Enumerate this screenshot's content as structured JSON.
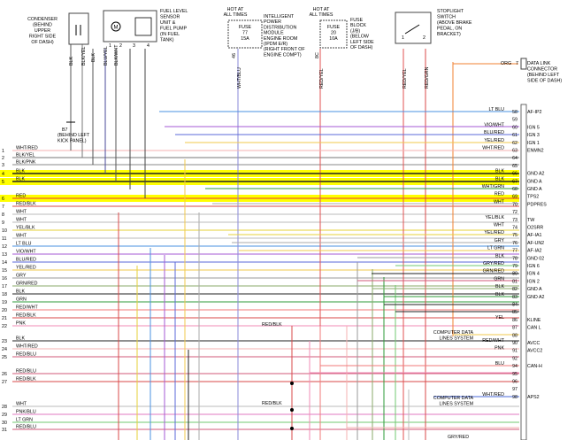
{
  "components": {
    "condenser": {
      "lines": [
        "CONDENSER",
        "(BEHIND",
        "UPPER",
        "RIGHT SIDE",
        "OF DASH)"
      ]
    },
    "fuel_sensor": {
      "lines": [
        "FUEL LEVEL",
        "SENSOR",
        "UNIT &",
        "FUEL PUMP",
        "(IN FUEL",
        "TANK)"
      ],
      "pins": [
        "1",
        "2",
        "3",
        "4"
      ]
    },
    "fuse77": {
      "hot": [
        "HOT AT",
        "ALL TIMES"
      ],
      "box": [
        "FUSE",
        "77",
        "15A"
      ],
      "desc": [
        "INTELLIGENT",
        "POWER",
        "DISTRIBUTION",
        "MODULE",
        "ENGINE ROOM",
        "(IPDM E/R)",
        "(RIGHT FRONT OF",
        "ENGINE COMPT)"
      ],
      "pin": "46"
    },
    "fuse20": {
      "hot": [
        "HOT AT",
        "ALL TIMES"
      ],
      "box": [
        "FUSE",
        "20",
        "10A"
      ],
      "desc": [
        "FUSE",
        "BLOCK",
        "(J/B)",
        "(BELOW",
        "LEFT SIDE",
        "OF DASH)"
      ],
      "pin": "8C"
    },
    "stoplight": {
      "lines": [
        "STOPLIGHT",
        "SWITCH",
        "(ABOVE BRAKE",
        "PEDAL, ON",
        "BRACKET)"
      ],
      "pins": [
        "1",
        "2"
      ]
    },
    "dlc": {
      "lines": [
        "DATA LINK",
        "CONNECTOR",
        "(BEHIND LEFT",
        "SIDE OF DASH)"
      ],
      "wire": "ORG",
      "pin": "7"
    },
    "ground": {
      "label": "B7",
      "lines": [
        "(BEHIND LEFT",
        "KICK PANEL)"
      ]
    }
  },
  "vertical_wires": [
    "BLK",
    "BLK/YEL",
    "BLK",
    "BLU/YEL",
    "BLK/WHT",
    "WHT/BLU",
    "RED/YEL",
    "RED/YEL",
    "RED/GRN"
  ],
  "bus_labels": [
    "COMPUTER DATA",
    "LINES SYSTEM"
  ],
  "mid_wires": [
    "RED/BLK",
    "RED/BLK",
    "GRY/RED"
  ],
  "left_rows": [
    {
      "n": "1",
      "c": "WHT/RED"
    },
    {
      "n": "2",
      "c": "BLK/YEL"
    },
    {
      "n": "3",
      "c": "BLK/PNK"
    },
    {
      "n": "4",
      "c": "BLK"
    },
    {
      "n": "5",
      "c": "BLK"
    },
    {
      "n": "6",
      "c": "RED"
    },
    {
      "n": "7",
      "c": "RED/BLK"
    },
    {
      "n": "8",
      "c": "WHT"
    },
    {
      "n": "9",
      "c": "WHT"
    },
    {
      "n": "10",
      "c": "YEL/BLK"
    },
    {
      "n": "11",
      "c": "WHT"
    },
    {
      "n": "12",
      "c": "LT BLU"
    },
    {
      "n": "13",
      "c": "VIO/WHT"
    },
    {
      "n": "14",
      "c": "BLU/RED"
    },
    {
      "n": "15",
      "c": "YEL/RED"
    },
    {
      "n": "16",
      "c": "GRY"
    },
    {
      "n": "17",
      "c": "GRN/RED"
    },
    {
      "n": "18",
      "c": "BLK"
    },
    {
      "n": "19",
      "c": "GRN"
    },
    {
      "n": "20",
      "c": "RED/WHT"
    },
    {
      "n": "21",
      "c": "RED/BLK"
    },
    {
      "n": "22",
      "c": "PNK"
    },
    {
      "n": "23",
      "c": "BLK"
    },
    {
      "n": "24",
      "c": "WHT/RED"
    },
    {
      "n": "25",
      "c": "RED/BLU"
    },
    {
      "n": "26",
      "c": "RED/BLU"
    },
    {
      "n": "27",
      "c": "RED/BLK"
    },
    {
      "n": "28",
      "c": "WHT"
    },
    {
      "n": "29",
      "c": "PNK/BLU"
    },
    {
      "n": "30",
      "c": "LT GRN"
    },
    {
      "n": "31",
      "c": "RED/BLU"
    }
  ],
  "right_rows": [
    {
      "n": "58",
      "c": "LT BLU",
      "f": "AF-IP2"
    },
    {
      "n": "59",
      "c": "",
      "f": ""
    },
    {
      "n": "60",
      "c": "VIO/WHT",
      "f": "IGN 5"
    },
    {
      "n": "61",
      "c": "BLU/RED",
      "f": "IGN 3"
    },
    {
      "n": "62",
      "c": "YEL/RED",
      "f": "IGN 1"
    },
    {
      "n": "63",
      "c": "WHT/RED",
      "f": "ENMN2"
    },
    {
      "n": "64",
      "c": "",
      "f": ""
    },
    {
      "n": "65",
      "c": "",
      "f": ""
    },
    {
      "n": "66",
      "c": "BLK",
      "f": "GND A2"
    },
    {
      "n": "67",
      "c": "BLK",
      "f": "GND A"
    },
    {
      "n": "68",
      "c": "WHT/GRN",
      "f": "GND A"
    },
    {
      "n": "69",
      "c": "RED",
      "f": "TPS2"
    },
    {
      "n": "70",
      "c": "WHT",
      "f": "PDPRES"
    },
    {
      "n": "72",
      "c": "",
      "f": ""
    },
    {
      "n": "73",
      "c": "YEL/BLK",
      "f": "TW"
    },
    {
      "n": "74",
      "c": "WHT",
      "f": "O2SRR"
    },
    {
      "n": "75",
      "c": "YEL/RED",
      "f": "AF-IA1"
    },
    {
      "n": "76",
      "c": "GRY",
      "f": "AF-UN2"
    },
    {
      "n": "77",
      "c": "LT GRN",
      "f": "AF-IA2"
    },
    {
      "n": "78",
      "c": "BLK",
      "f": "GND 02"
    },
    {
      "n": "79",
      "c": "GRY/RED",
      "f": "IGN 6"
    },
    {
      "n": "80",
      "c": "GRN/RED",
      "f": "IGN 4"
    },
    {
      "n": "81",
      "c": "GRN",
      "f": "IGN 2"
    },
    {
      "n": "82",
      "c": "BLK",
      "f": "GND A"
    },
    {
      "n": "83",
      "c": "BLK",
      "f": "GND A2"
    },
    {
      "n": "84",
      "c": "",
      "f": ""
    },
    {
      "n": "85",
      "c": "",
      "f": ""
    },
    {
      "n": "86",
      "c": "YEL",
      "f": "KLINE"
    },
    {
      "n": "87",
      "c": "",
      "f": "CAN L"
    },
    {
      "n": "88",
      "c": "",
      "f": ""
    },
    {
      "n": "90",
      "c": "RED/WHT",
      "f": "AVCC"
    },
    {
      "n": "91",
      "c": "PNK",
      "f": "AVCC2"
    },
    {
      "n": "92",
      "c": "",
      "f": ""
    },
    {
      "n": "94",
      "c": "BLU",
      "f": "CAN-H"
    },
    {
      "n": "95",
      "c": "",
      "f": ""
    },
    {
      "n": "96",
      "c": "",
      "f": ""
    },
    {
      "n": "97",
      "c": "",
      "f": ""
    },
    {
      "n": "98",
      "c": "WHT/RED",
      "f": "APS2"
    }
  ]
}
